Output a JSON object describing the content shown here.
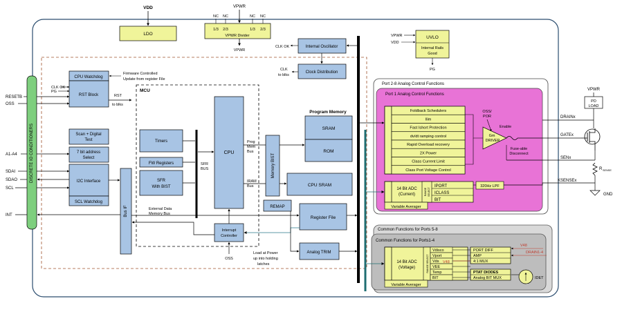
{
  "colors": {
    "block_blue": "#a8c4e4",
    "block_yellow": "#f0f49a",
    "analog_magenta": "#e873d6",
    "common_gray": "#bdbdbd",
    "io_green": "#7ecf7e",
    "outline_teal": "#2a4c6e",
    "accent_red": "#c0392b"
  },
  "top": {
    "vdd": "VDD",
    "ldo": "LDO",
    "vpwr": "VPWR",
    "nc": "NC",
    "tap_1_3": "1/3",
    "tap_2_3": "2/3",
    "vpwr_divider": "VPWR Divider",
    "vpwr_bottom": "VPWR"
  },
  "left_pins": {
    "reset": "RESETB",
    "oss": "OSS",
    "a1_a4": "A1-A4",
    "sdai": "SDAI",
    "sdao": "SDAO",
    "scl": "SCL",
    "int": "INT"
  },
  "io_bar": "DISCRETE IO CONDITIONERS",
  "cpu_watchdog": "CPU Watchdog",
  "firmware_note_1": "Firmware Controlled",
  "firmware_note_2": "Update from register File",
  "clk_ok_left": "CLK OK",
  "pg_left": "PG",
  "rst_block": "RST Block",
  "rst_to_blks_1": "RST",
  "rst_to_blks_2": "to blks",
  "scan_1": "Scan + Digital",
  "scan_2": "Test",
  "addr_1": "7 bit address",
  "addr_2": "Select",
  "i2c": "I2C Interface",
  "scl_watchdog": "SCL Watchdog",
  "bus_if": "Bus IF",
  "mcu": "MCU",
  "timers": "Timers",
  "fw_registers": "FW Registers",
  "sfr_bist_1": "SFR",
  "sfr_bist_2": "With BIST",
  "sfr_bus_1": "SFR",
  "sfr_bus_2": "BUS",
  "cpu": "CPU",
  "prog_mem_bus_1": "Prog",
  "prog_mem_bus_2": "Mem",
  "prog_mem_bus_3": "Bus",
  "iram_bus_1": "IRAM",
  "iram_bus_2": "Bus",
  "memory_bist": "Memory BIST",
  "program_memory": "Program Memory",
  "sram": "SRAM",
  "rom": "ROM",
  "cpu_sram": "CPU SRAM",
  "remap": "REMAP",
  "ext_mem_bus_1": "External Data",
  "ext_mem_bus_2": "Memory Bus",
  "register_file": "Register File",
  "interrupt_1": "Interrupt",
  "interrupt_2": "Controller",
  "oss_bottom": "OSS",
  "load_note_1": "Load at Power",
  "load_note_2": "up into holding",
  "load_note_3": "latches",
  "analog_trim": "Analog TRIM",
  "clk_ok_top": "CLK OK",
  "internal_osc": "Internal Oscillator",
  "clk_to_blks_1": "CLK",
  "clk_to_blks_2": "to blks",
  "clock_dist": "Clock Distribution",
  "uvlo": {
    "vpwr": "VPWR",
    "vdd": "VDD",
    "title": "UVLO",
    "rails_1": "Internal Rails",
    "rails_2": "Good",
    "pg": "PG"
  },
  "ports_2_8_title": "Port 2-8 Analog Control Functions",
  "port1": {
    "title": "Port 1 Analog Control Functions",
    "items": [
      "Foldback Schedulers",
      "Ilim",
      "Fast Ishort Protection",
      "dv/dt ramping control",
      "Rapid Overload recovery",
      "2X Power",
      "Class Current Limit",
      "Class Port Voltage Control"
    ],
    "oss_por_1": "OSS/",
    "oss_por_2": "POR",
    "enable": "Enable",
    "gm_driver_1": "Gm",
    "gm_driver_2": "DRIVER",
    "fuse_1": "Fuse-able",
    "fuse_2": "Disconnect",
    "adc_1": "14 Bit ADC",
    "adc_2": "(Current)",
    "range_select_1": "RANGE",
    "range_select_2": "SELECT",
    "iport": "IPORT",
    "iclass": "ICLASS",
    "bit": "BIT",
    "lpf": "320Hz LPF",
    "variable_averager": "Variable Averager"
  },
  "right_pins": {
    "vpwr": "VPWR",
    "pd_load_1": "PD",
    "pd_load_2": "LOAD",
    "drain": "DRAINx",
    "gate": "GATEx",
    "sen": "SENx",
    "rsense_r": "R",
    "rsense_sub": "SENSE",
    "ksense": "KSENSEx",
    "gnd": "GND"
  },
  "common_5_8_title": "Common Functions for Ports 5-8",
  "common_1_4": {
    "title": "Common Functions for Ports1-4",
    "adc_1": "14 Bit ADC",
    "adc_2": "(Voltage)",
    "range_select": "RANGE SELECT",
    "mux_items": [
      "Vdisco",
      "Vport",
      "Vds",
      "VEE",
      "Temp",
      "BIT"
    ],
    "port_diff": "PORT DIFF",
    "amp": "AMP",
    "mux_41": "4:1 MUX",
    "ptat": "PTAT DIODES",
    "analog_bit_mux": "Analog BIT MUX",
    "v48_1": "V48",
    "drain_1_4": "DRAIN1-4",
    "v48_2": "V48",
    "idet": "IDET",
    "variable_averager": "Variable Averager"
  }
}
